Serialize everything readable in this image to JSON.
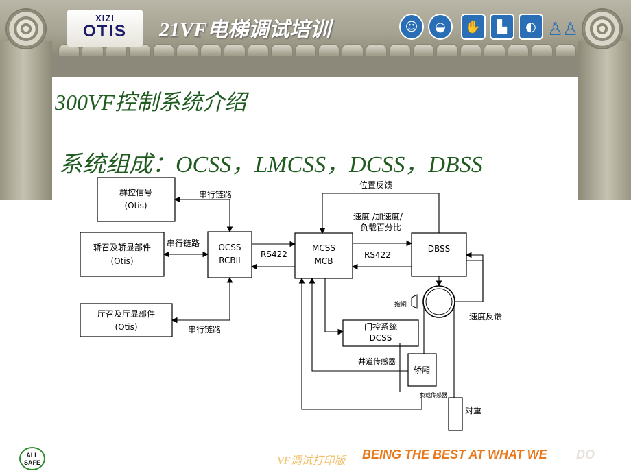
{
  "header": {
    "logo_top": "XIZI",
    "logo_main": "OTIS",
    "title": "21VF电梯调试培训",
    "safety_icons": [
      "face-shield-icon",
      "helmet-icon",
      "glove-icon",
      "boot-icon",
      "respirator-icon",
      "worker-figure-icon",
      "worker-figure-icon"
    ]
  },
  "slide": {
    "title": "300VF控制系统介绍",
    "subtitle": "系统组成：OCSS，LMCSS，DCSS，DBSS"
  },
  "diagram": {
    "boxes": {
      "group_control": [
        "群控信号",
        "(Otis)"
      ],
      "car_call": [
        "轿召及轿显部件",
        "(Otis)"
      ],
      "hall_call": [
        "厅召及厅显部件",
        "(Otis)"
      ],
      "ocss": [
        "OCSS",
        "RCBII"
      ],
      "mcss": [
        "MCSS",
        "MCB"
      ],
      "dbss": [
        "DBSS"
      ],
      "door": [
        "门控系统",
        "DCSS"
      ],
      "car": [
        "轿厢"
      ],
      "counterweight": [
        "对重"
      ]
    },
    "labels": {
      "serial1": "串行链路",
      "serial2": "串行链路",
      "serial3": "串行链路",
      "rs422_left": "RS422",
      "rs422_right": "RS422",
      "position_feedback": "位置反馈",
      "speed_cmd_1": "速度 /加速度/",
      "speed_cmd_2": "负载百分比",
      "brake": "抱闸",
      "speed_feedback": "速度反馈",
      "hoistway_sensor": "井道传感器",
      "load_sensor": "负载传感器"
    }
  },
  "footer": {
    "badge_line1": "ALL",
    "badge_line2": "SAFE",
    "note": "VF调试打印版",
    "slogan": "BEING THE BEST AT WHAT WE",
    "slogan_faded": "DO"
  },
  "colors": {
    "title_green": "#1f5a1f",
    "slogan_orange": "#e8781a",
    "column_stone": "#a7a392",
    "icon_blue": "#2a6fb6"
  }
}
